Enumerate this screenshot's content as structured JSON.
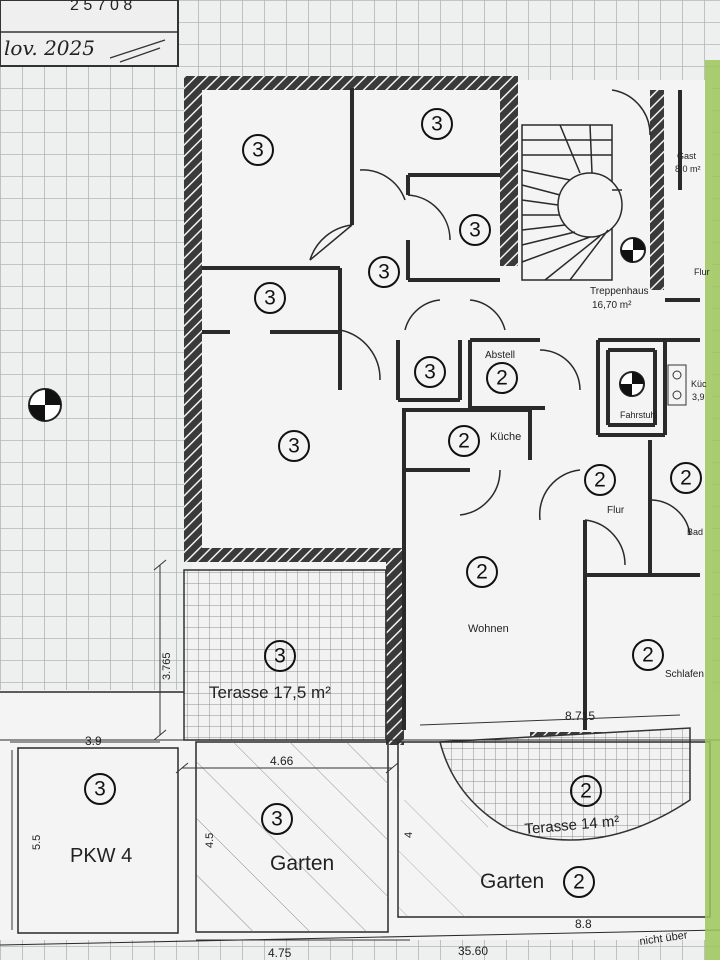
{
  "header": {
    "top_code": "2 5 7 0 8",
    "date_text": "lov. 2025"
  },
  "rooms": {
    "treppenhaus": {
      "name": "Treppenhaus",
      "area": "16,70 m²"
    },
    "gast": {
      "name": "Gast",
      "area": "8,0 m²"
    },
    "flur_right": "Flur",
    "kueche_right": {
      "name": "Küc",
      "area": "3,9"
    },
    "fahrstuhl": "Fahrstuhl",
    "abstell": "Abstell",
    "kueche": "Küche",
    "flur": "Flur",
    "bad": "Bad",
    "wohnen": "Wohnen",
    "schlafen": "Schlafen",
    "terasse_left": "Terasse 17,5 m²",
    "terasse_right": "Terasse 14 m²",
    "pkw": "PKW 4",
    "garten_mid": "Garten",
    "garten_right": "Garten",
    "nicht_ueber": "nicht über"
  },
  "unit_markers": {
    "r1": "3",
    "r2": "3",
    "r3": "3",
    "r4": "3",
    "r5": "3",
    "r6": "3",
    "r7": "3",
    "r8": "2",
    "r9": "2",
    "r10": "2",
    "r11": "2",
    "r12": "2",
    "r13": "2",
    "r14": "3",
    "r15": "2",
    "r16": "3",
    "r17": "3",
    "r18": "2"
  },
  "dimensions": {
    "d_3765": "3.765",
    "d_3_9": "3.9",
    "d_4_66": "4.66",
    "d_8715": "8.715",
    "d_5_5": "5.5",
    "d_4_5": "4.5",
    "d_4": "4",
    "d_8_8": "8.8",
    "d_4_75": "4.75",
    "d_35_60": "35.60"
  },
  "colors": {
    "paper": "#eeefef",
    "grid": "#b9bcbf",
    "wall": "#2a2a2a",
    "green_edge": "#8fbf4a"
  }
}
